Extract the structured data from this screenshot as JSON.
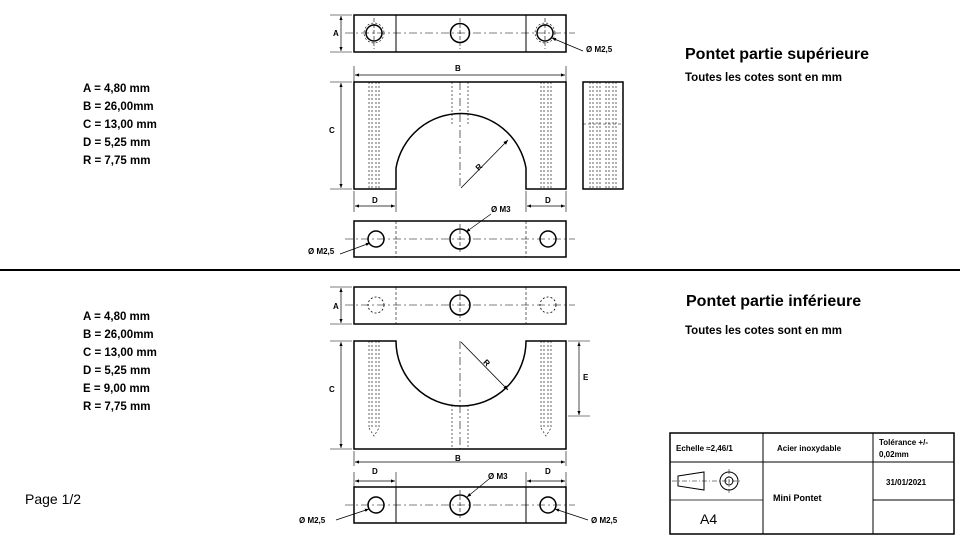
{
  "top_section": {
    "title": "Pontet partie supérieure",
    "subtitle": "Toutes les cotes sont en mm",
    "dimensions": [
      "A = 4,80 mm",
      "B = 26,00mm",
      "C = 13,00 mm",
      "D = 5,25 mm",
      "R = 7,75 mm"
    ],
    "labels": {
      "A": "A",
      "B": "B",
      "C": "C",
      "D_left": "D",
      "D_right": "D",
      "R": "R",
      "hole_top": "Ø M2,5",
      "hole_center": "Ø M3",
      "hole_left": "Ø M2,5"
    }
  },
  "bottom_section": {
    "title": "Pontet partie inférieure",
    "subtitle": "Toutes les cotes sont en mm",
    "dimensions": [
      "A = 4,80 mm",
      "B = 26,00mm",
      "C = 13,00 mm",
      "D = 5,25 mm",
      "E = 9,00 mm",
      "R = 7,75 mm"
    ],
    "labels": {
      "A": "A",
      "B": "B",
      "C": "C",
      "D_left": "D",
      "D_right": "D",
      "E": "E",
      "R": "R",
      "hole_center": "Ø M3",
      "hole_left": "Ø M2,5",
      "hole_right": "Ø M2,5"
    }
  },
  "title_block": {
    "scale": "Echelle ≈2,46/1",
    "material": "Acier inoxydable",
    "tolerance_line1": "Tolérance +/-",
    "tolerance_line2": "0,02mm",
    "date": "31/01/2021",
    "part_name": "Mini Pontet",
    "format": "A4"
  },
  "page_label": "Page 1/2"
}
